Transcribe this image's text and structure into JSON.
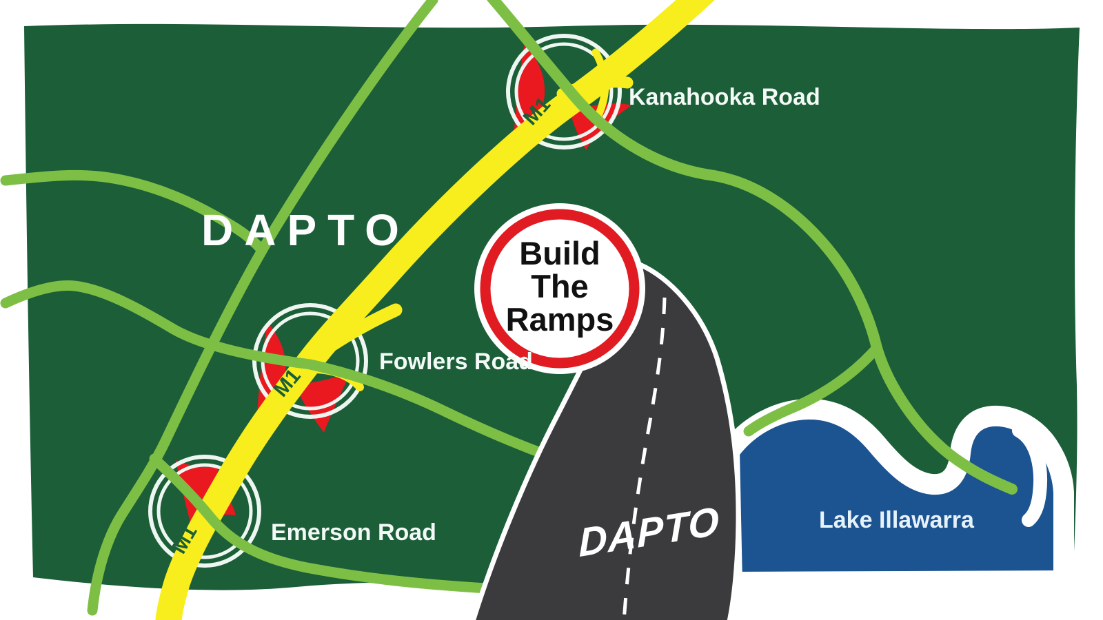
{
  "map": {
    "title": "DAPTO",
    "badge": {
      "line1": "Build",
      "line2": "The",
      "line3": "Ramps"
    },
    "road_surface_label": "DAPTO",
    "lake_label": "Lake Illawarra",
    "interchanges": [
      {
        "name": "Kanahooka Road",
        "shield": "M1"
      },
      {
        "name": "Fowlers Road",
        "shield": "M1"
      },
      {
        "name": "Emerson Road",
        "shield": "M1"
      }
    ],
    "colors": {
      "land": "#1b5e38",
      "local_road": "#7dbf45",
      "motorway": "#f8ee1e",
      "missing_ramp": "#e9191f",
      "lake": "#1c5391",
      "asphalt": "#3b3b3d",
      "shoreline": "#ffffff",
      "badge_ring": "#e01b22",
      "interchange_ring": "#eef6f2",
      "label_text": "#f3f9f6",
      "badge_text": "#111111"
    }
  }
}
